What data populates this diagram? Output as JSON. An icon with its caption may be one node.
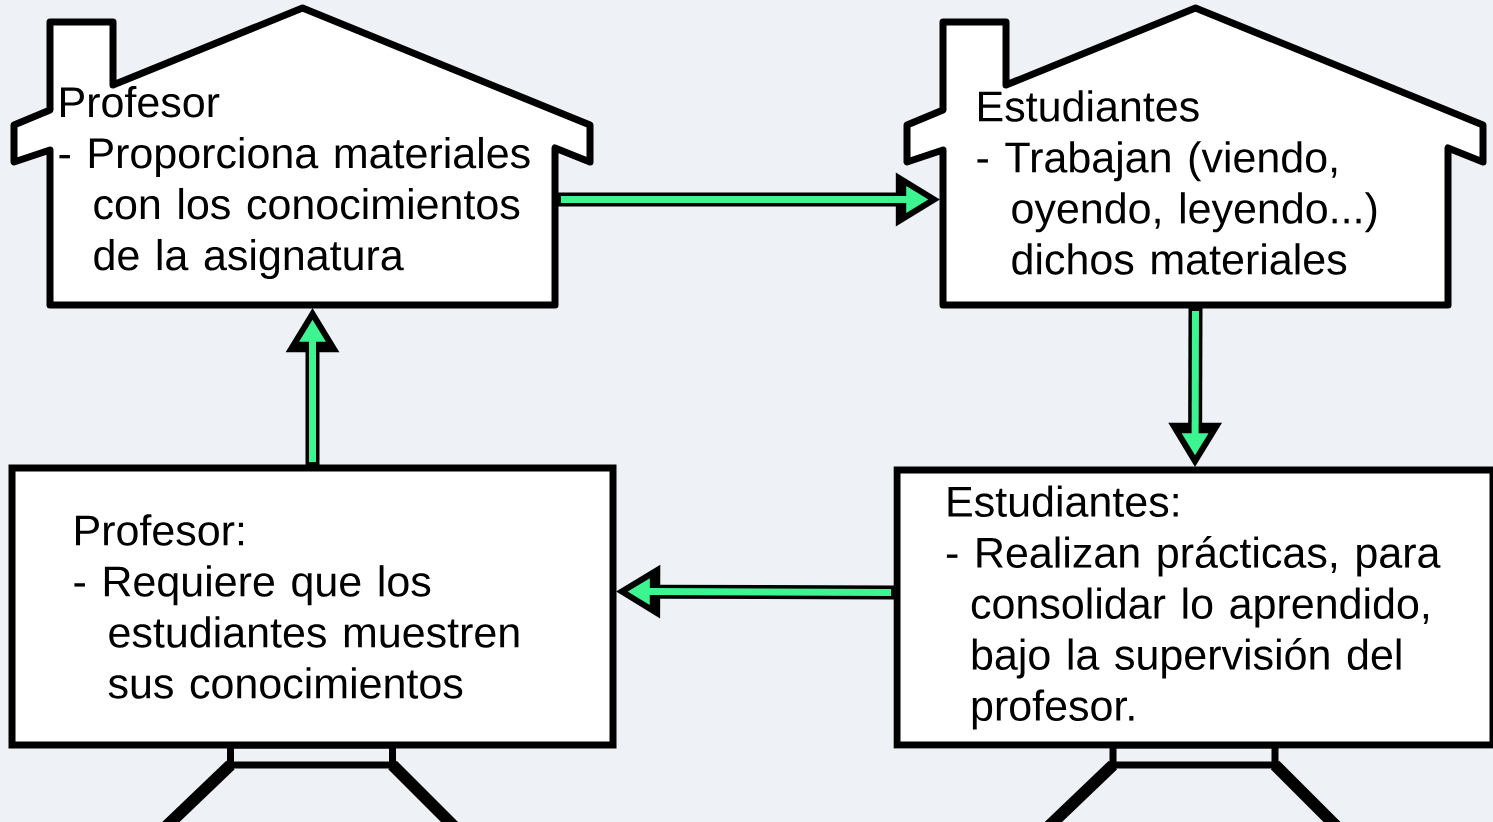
{
  "diagram": {
    "nodes": [
      {
        "text": [
          "Profesor",
          "- Proporciona materiales con los conocimientos de la asignatura"
        ]
      },
      {
        "text": [
          "Estudiantes",
          "- Trabajan (viendo, oyendo, leyendo...) dichos materiales"
        ]
      },
      {
        "text": [
          "Estudiantes:",
          "- Realizan prácticas, para consolidar lo aprendido, bajo la supervisión del profesor."
        ]
      },
      {
        "text": [
          "Profesor:",
          "- Requiere que los estudiantes muestren sus conocimientos"
        ]
      }
    ],
    "edges": [
      {
        "from": 0,
        "to": 1,
        "arrow": "to"
      },
      {
        "from": 1,
        "to": 2,
        "arrow": "to"
      },
      {
        "from": 2,
        "to": 3,
        "arrow": "to"
      },
      {
        "from": 3,
        "to": 0,
        "arrow": "to"
      }
    ]
  }
}
